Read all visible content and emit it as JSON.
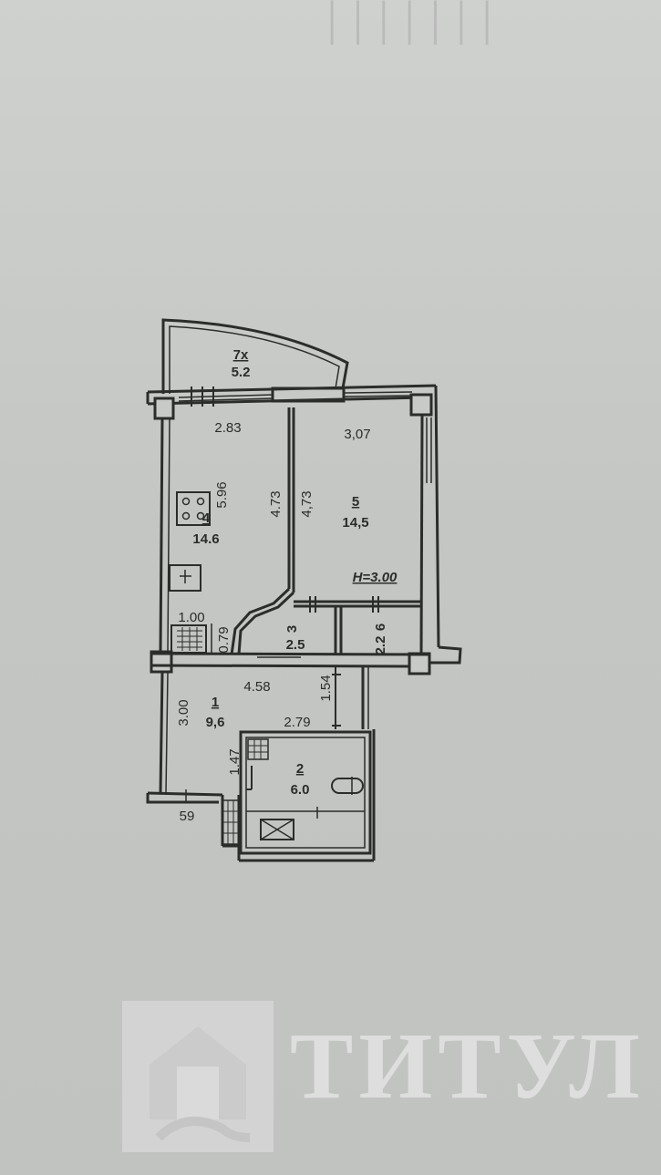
{
  "rooms": [
    {
      "number": "7х",
      "area": "5.2"
    },
    {
      "number": "4",
      "area": "14.6"
    },
    {
      "number": "5",
      "area": "14,5"
    },
    {
      "number": "3",
      "area": "2.5"
    },
    {
      "number": "6",
      "area": "2.2"
    },
    {
      "number": "1",
      "area": "9,6"
    },
    {
      "number": "2",
      "area": "6.0"
    }
  ],
  "dimensions": {
    "kitchen_width": "2.83",
    "kitchen_depth": "5.96",
    "kitchen_inner_left": "4.73",
    "room_width": "3,07",
    "room_depth": "4,73",
    "niche_width": "1.00",
    "niche_depth": "0.79",
    "hall_width": "4.58",
    "hall_depth": "3.00",
    "hall_step": "1.54",
    "bath_width": "2.79",
    "bath_depth": "1.47",
    "wall_offset": "59"
  },
  "ceiling_height": "H=3.00",
  "watermark": {
    "text": "ТИТУЛ"
  },
  "colors": {
    "line": "#2b2d2b",
    "paper": "#c8cac8",
    "watermark": "#e2e3e2"
  }
}
